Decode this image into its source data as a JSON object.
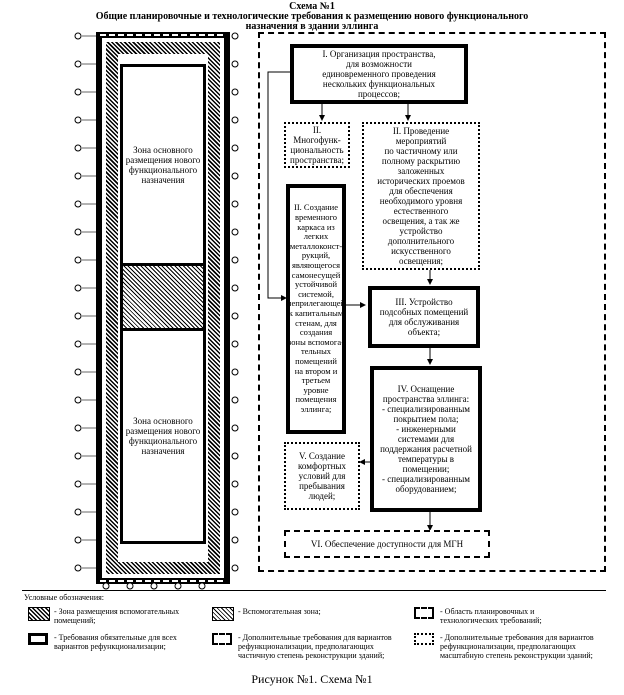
{
  "header": {
    "title": "Схема №1",
    "subtitle_line1": "Общие планировочные и технологические требования к размещению нового функционального",
    "subtitle_line2": "назначения в здании эллинга"
  },
  "plan": {
    "zone_top": "Зона основного\nразмещения нового\nфункционального\nназначения",
    "zone_bottom": "Зона основного\nразмещения нового\nфункционального\nназначения"
  },
  "steps": {
    "s1": "I. Организация  пространства,\nдля возможности\nединовременного проведения\nнескольких функциональных\nпроцессов;",
    "s2_multi": "II. Многофунк-\nциональность\nпространства;",
    "s2_light": "II. Проведение\nмероприятий\nпо частичному или\nполному раскрытию\nзаложенных\nисторических проемов\nдля обеспечения\nнеобходимого уровня\nестественного\nосвещения, а так же\nустройство\nдополнительного\nискусственного\nосвещения;",
    "s2_frame": "II. Создание\nвременного\nкаркаса из\nлегких\nметаллоконст-\nрукций,\nявляющегося\nсамонесущей\nустойчивой\nсистемой,\nнеприлегающей\nк капитальным\nстенам, для\nсоздания\nзоны вспомога-\nтельных\nпомещений\nна втором и\nтретьем\nуровне\nпомещения\nэллинга;",
    "s3": "III. Устройство\nподсобных помещений\nдля обслуживания\nобъекта;",
    "s4": "IV. Оснащение\nпространства эллинга:\n- специализированным\nпокрытием пола;\n- инженерными\nсистемами для\nподдержания расчетной\nтемпературы в\nпомещении;\n- специализированным\nоборудованием;",
    "s5": "V. Создание\nкомфортных\nусловий для\nпребывания\nлюдей;",
    "s6": "VI. Обеспечение доступности для МГН"
  },
  "legend": {
    "heading": "Условные обозначения:",
    "items": [
      "- Зона размещения вспомогательных\nпомещений;",
      "- Вспомогательная зона;",
      "- Область планировочных и\nтехнологических требований;",
      "- Требования обязательные для всех\nвариантов рефункционализации;",
      "- Дополнительные  требования для вариантов\nрефункционализации, предполагающих\nчастичную степень реконструкции зданий;",
      "- Дополнительные  требования для вариантов\nрефункционализации, предполагающих\nмасштабную степень реконструкции зданий;"
    ]
  },
  "caption": "Рисунок №1. Схема №1"
}
